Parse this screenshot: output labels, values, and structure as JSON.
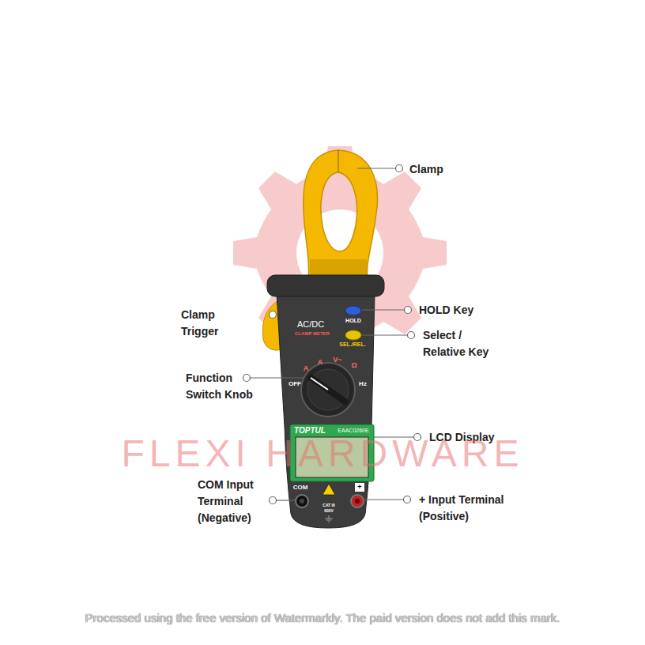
{
  "diagram": {
    "labels": [
      "Clamp",
      "HOLD Key",
      "Select / Relative Key",
      "LCD Display",
      "+ Input Terminal (Positive)",
      "Clamp Trigger",
      "Function Switch Knob",
      "COM Input Terminal (Negative)",
      "AC/DC",
      "CLAMP METER",
      "HOLD",
      "SEL./REL.",
      "OFF",
      "Hz",
      "TOPTUL",
      "EAAC0260E",
      "COM",
      "+",
      "CAT III",
      "600V",
      "FLEXI HARDWARE",
      "Processed using the free version of Watermarkly. The paid version does not add this mark.",
      "Ω",
      "V~",
      "A",
      "A"
    ]
  }
}
